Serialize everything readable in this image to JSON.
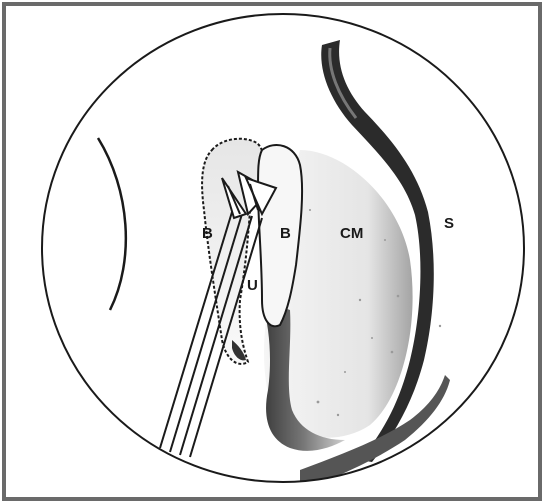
{
  "labels": {
    "b_left": "B",
    "b_right": "B",
    "u": "U",
    "cm": "CM",
    "s": "S"
  },
  "colors": {
    "ink": "#1a1a1a",
    "paper": "#ffffff",
    "shade_dark": "#2b2b2b",
    "shade_mid": "#8a8a8a",
    "shade_light": "#cfcfcf"
  }
}
